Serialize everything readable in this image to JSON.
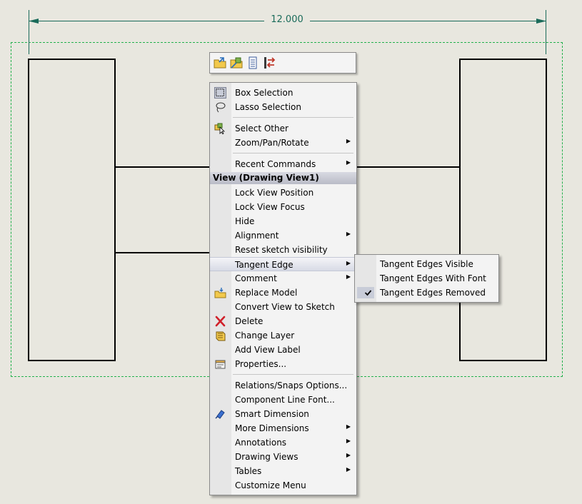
{
  "dimension": {
    "value": "12.000"
  },
  "toolbar": {
    "buttons": [
      {
        "name": "open-drawing-icon"
      },
      {
        "name": "open-part-icon"
      },
      {
        "name": "properties-table-icon"
      },
      {
        "name": "replace-icon"
      }
    ]
  },
  "context_menu": {
    "items": [
      {
        "label": "Box Selection",
        "icon": "box-selection-icon"
      },
      {
        "label": "Lasso Selection",
        "icon": "lasso-icon"
      },
      {
        "label": "Select Other",
        "icon": "select-other-icon"
      },
      {
        "label": "Zoom/Pan/Rotate",
        "submenu": true
      },
      {
        "label": "Recent Commands",
        "submenu": true
      }
    ],
    "section_header": "View (Drawing View1)",
    "view_items": [
      {
        "label": "Lock View Position"
      },
      {
        "label": "Lock View Focus"
      },
      {
        "label": "Hide"
      },
      {
        "label": "Alignment",
        "submenu": true
      },
      {
        "label": "Reset sketch visibility"
      },
      {
        "label": "Tangent Edge",
        "submenu": true,
        "highlighted": true
      },
      {
        "label": "Comment",
        "submenu": true
      },
      {
        "label": "Replace Model",
        "icon": "replace-model-icon"
      },
      {
        "label": "Convert View to Sketch"
      },
      {
        "label": "Delete",
        "icon": "delete-icon"
      },
      {
        "label": "Change Layer",
        "icon": "layer-icon"
      },
      {
        "label": "Add View Label"
      },
      {
        "label": "Properties...",
        "icon": "properties-icon"
      }
    ],
    "tools_items": [
      {
        "label": "Relations/Snaps Options..."
      },
      {
        "label": "Component Line Font..."
      },
      {
        "label": "Smart Dimension",
        "icon": "smart-dimension-icon"
      },
      {
        "label": "More Dimensions",
        "submenu": true
      },
      {
        "label": "Annotations",
        "submenu": true
      },
      {
        "label": "Drawing Views",
        "submenu": true
      },
      {
        "label": "Tables",
        "submenu": true
      },
      {
        "label": "Customize Menu"
      }
    ]
  },
  "submenu_tangent_edge": {
    "items": [
      {
        "label": "Tangent Edges Visible",
        "checked": false
      },
      {
        "label": "Tangent Edges With Font",
        "checked": false
      },
      {
        "label": "Tangent Edges Removed",
        "checked": true
      }
    ]
  },
  "colors": {
    "background": "#e8e7df",
    "dimension": "#1a6b5a",
    "selection_box": "#22b14c"
  }
}
